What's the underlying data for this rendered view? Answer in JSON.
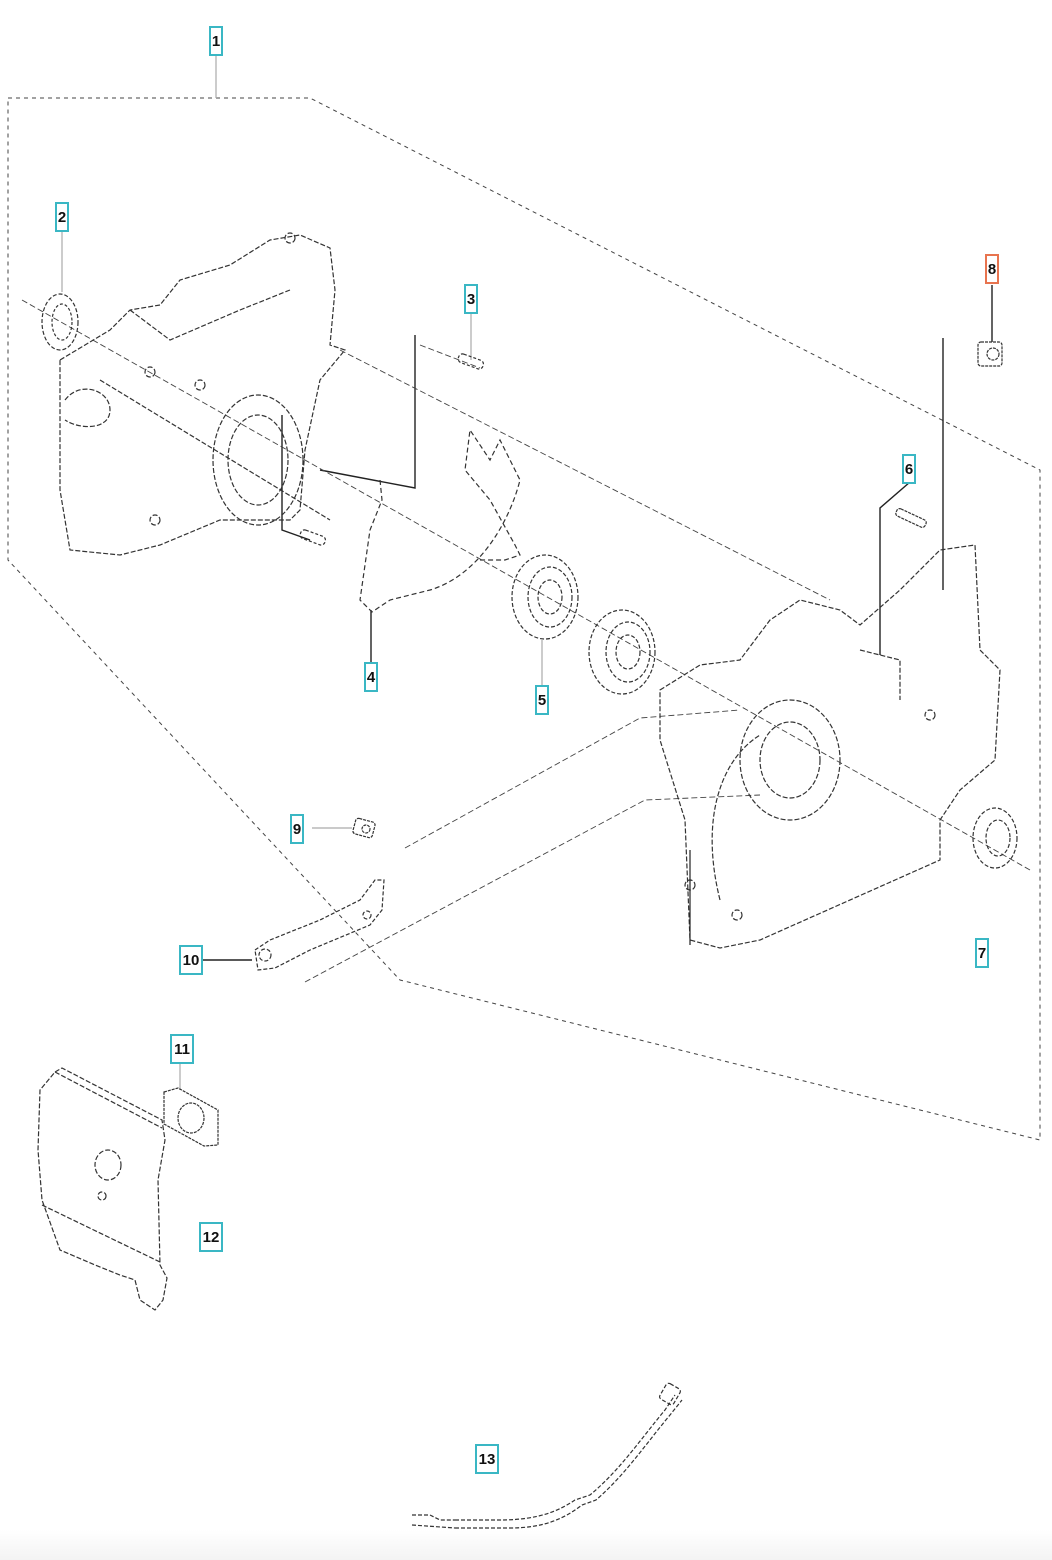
{
  "diagram": {
    "title": "Crankcase exploded parts diagram",
    "callout_color": "#3ab7c4",
    "selected_color": "#e8744f",
    "callouts": [
      {
        "label": "1",
        "part": "crankcase-assembly"
      },
      {
        "label": "2",
        "part": "seal-ring-left"
      },
      {
        "label": "3",
        "part": "guide-pin"
      },
      {
        "label": "4",
        "part": "gasket"
      },
      {
        "label": "5",
        "part": "ball-bearing"
      },
      {
        "label": "6",
        "part": "screw"
      },
      {
        "label": "7",
        "part": "seal-ring-right"
      },
      {
        "label": "8",
        "part": "nut",
        "selected": true
      },
      {
        "label": "9",
        "part": "nut"
      },
      {
        "label": "10",
        "part": "bracket"
      },
      {
        "label": "11",
        "part": "rubber-grommet"
      },
      {
        "label": "12",
        "part": "cover-plate"
      },
      {
        "label": "13",
        "part": "fuel-hose"
      }
    ]
  }
}
